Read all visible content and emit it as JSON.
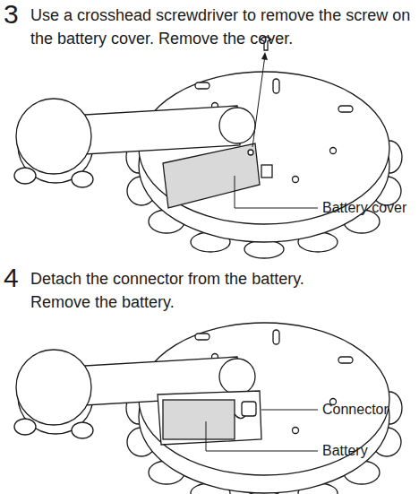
{
  "diagram": {
    "labels": [
      "3",
      "Use a crosshead screwdriver to remove the screw on the battery cover. Remove the cover.",
      "Battery cover",
      "4",
      "Detach the connector from the battery. Remove the battery.",
      "Connector",
      "Battery"
    ]
  }
}
